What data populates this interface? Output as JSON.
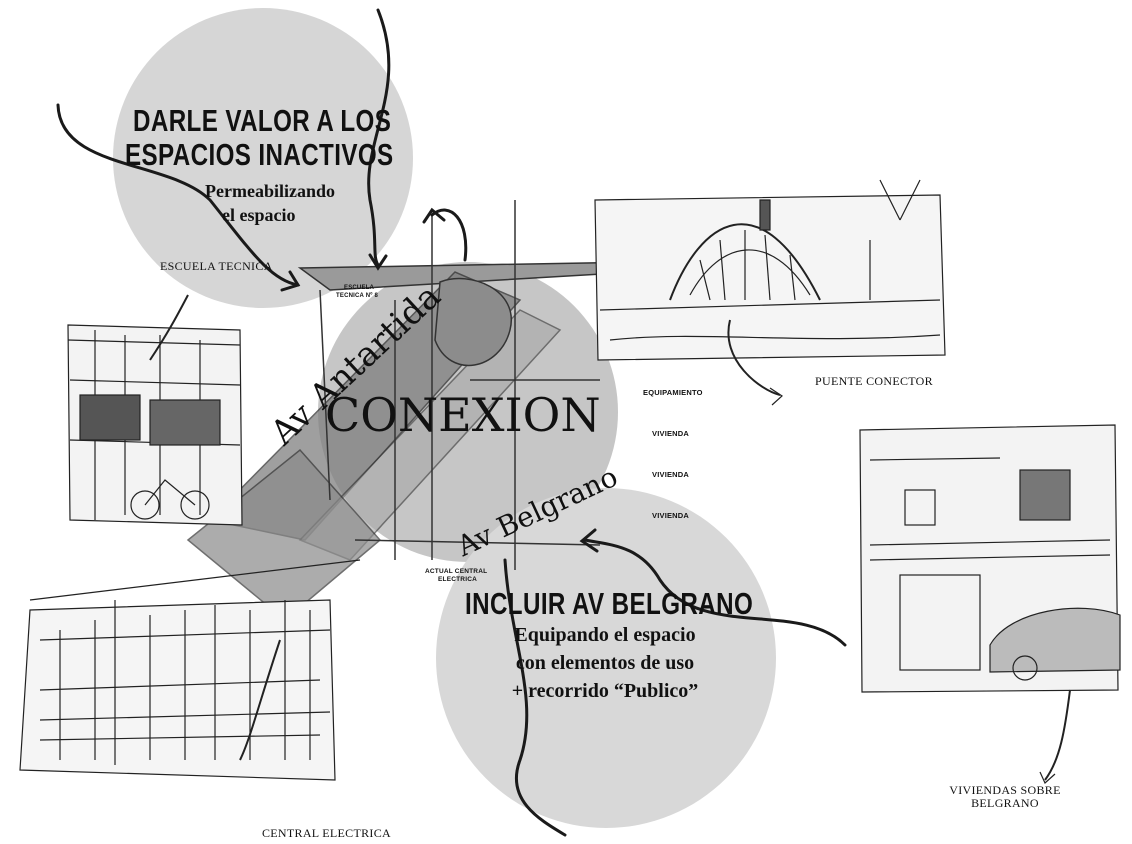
{
  "headline_top": {
    "title_line1": "DARLE VALOR A LOS",
    "title_line2": "ESPACIOS INACTIVOS",
    "sub_line1": "Permeabilizando",
    "sub_line2": "el espacio"
  },
  "headline_bottom": {
    "title": "INCLUIR AV BELGRANO",
    "sub_line1": "Equipando el espacio",
    "sub_line2": "con elementos de uso",
    "sub_line3": "+ recorrido “Publico”"
  },
  "center_label": "CONEXION",
  "roads": {
    "antartida": "Av Antartida",
    "belgrano": "Av Belgrano"
  },
  "place_labels": {
    "escuela_tecnica": "ESCUELA TECNICA",
    "puente_conector": "PUENTE CONECTOR",
    "viviendas_line1": "VIVIENDAS SOBRE",
    "viviendas_line2": "BELGRANO",
    "central_electrica": "CENTRAL ELECTRICA"
  },
  "map_labels": {
    "escuela_line1": "ESCUELA",
    "escuela_line2": "TECNICA Nº 8",
    "equipamiento": "EQUIPAMIENTO",
    "vivienda_1": "VIVIENDA",
    "vivienda_2": "VIVIENDA",
    "vivienda_3": "VIVIENDA",
    "actual_line1": "ACTUAL CENTRAL",
    "actual_line2": "ELECTRICA"
  },
  "colors": {
    "circle_fill": "#d4d4d4",
    "ink": "#1a1a1a",
    "map_fill": "#8f8f8f"
  }
}
